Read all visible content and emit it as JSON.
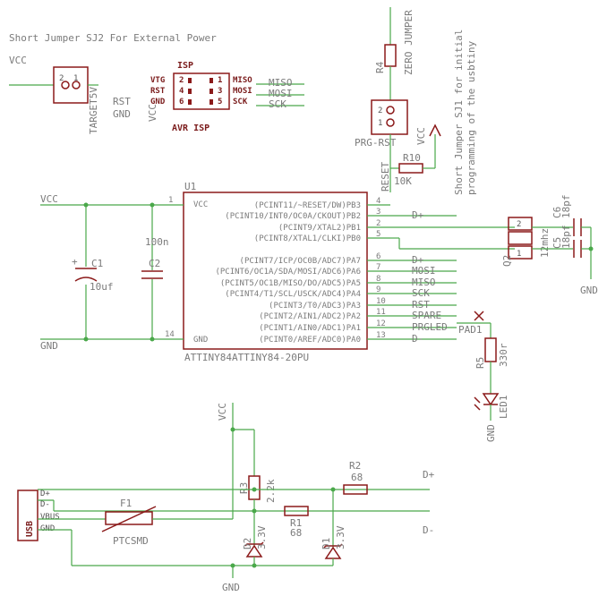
{
  "header_note": "Short Jumper SJ2 For External Power",
  "side_note_1": "Short Jumper SJ1 for initial",
  "side_note_2": "programming of the usbtiny",
  "power_labels": {
    "vcc_top": "VCC",
    "rst": "RST",
    "gnd_left": "GND",
    "vcc_vertical": "VCC",
    "vcc_left": "VCC",
    "gnd_bottom_left": "GND",
    "vcc_lower": "VCC",
    "gnd_bottom": "GND",
    "gnd_right": "GND",
    "gnd_led": "GND",
    "vcc_prg": "VCC"
  },
  "target5v": "TARGET5V",
  "isp": {
    "title": "ISP",
    "subtitle": "AVR ISP",
    "pins_left": [
      "VTG",
      "RST",
      "GND"
    ],
    "pins_right": [
      "MISO",
      "MOSI",
      "SCK"
    ],
    "nums_left": [
      "2",
      "4",
      "6"
    ],
    "nums_right": [
      "1",
      "3",
      "5"
    ],
    "net_labels": [
      "MISO",
      "MOSI",
      "SCK"
    ]
  },
  "u1": {
    "ref": "U1",
    "part": "ATTINY84ATTINY84-20PU",
    "left_pins": [
      {
        "num": "1",
        "name": "VCC"
      },
      {
        "num": "14",
        "name": "GND"
      }
    ],
    "right_pins": [
      {
        "num": "4",
        "name": "(PCINT11/~RESET/DW)PB3",
        "net": ""
      },
      {
        "num": "3",
        "name": "(PCINT10/INT0/OC0A/CKOUT)PB2",
        "net": "D+"
      },
      {
        "num": "2",
        "name": "(PCINT9/XTAL2)PB1",
        "net": ""
      },
      {
        "num": "5",
        "name": "(PCINT8/XTAL1/CLKI)PB0",
        "net": ""
      },
      {
        "num": "6",
        "name": "(PCINT7/ICP/OC0B/ADC7)PA7",
        "net": "D+"
      },
      {
        "num": "7",
        "name": "(PCINT6/OC1A/SDA/MOSI/ADC6)PA6",
        "net": "MOSI"
      },
      {
        "num": "8",
        "name": "(PCINT5/OC1B/MISO/DO/ADC5)PA5",
        "net": "MISO"
      },
      {
        "num": "9",
        "name": "(PCINT4/T1/SCL/USCK/ADC4)PA4",
        "net": "SCK"
      },
      {
        "num": "10",
        "name": "(PCINT3/T0/ADC3)PA3",
        "net": "RST"
      },
      {
        "num": "11",
        "name": "(PCINT2/AIN1/ADC2)PA2",
        "net": "SPARE"
      },
      {
        "num": "12",
        "name": "(PCINT1/AIN0/ADC1)PA1",
        "net": "PRGLED"
      },
      {
        "num": "13",
        "name": "(PCINT0/AREF/ADC0)PA0",
        "net": "D-"
      }
    ]
  },
  "parts": {
    "r4": "R4",
    "r4_val": "ZERO JUMPER",
    "prg_rst": "PRG-RST",
    "reset": "RESET",
    "r10": "R10",
    "r10_val": "10K",
    "c1": "C1",
    "c1_val": "10uf",
    "c2": "C2",
    "c2_val": "100n",
    "c6": "C6",
    "c6_val": "18pf",
    "c5": "C5",
    "c5_val": "18pf",
    "q2": "Q2",
    "q2_val": "12mhz",
    "q2_pin1": "1",
    "q2_pin2": "2",
    "pad1": "PAD1",
    "r5": "R5",
    "r5_val": "330r",
    "led1": "LED1",
    "usb": "USB",
    "usb_pins": [
      "D+",
      "D-",
      "VBUS",
      "GND"
    ],
    "f1": "F1",
    "f1_val": "PTCSMD",
    "r3": "R3",
    "r3_val": "2.2k",
    "r2": "R2",
    "r2_val": "68",
    "r1": "R1",
    "r1_val": "68",
    "d2": "D2",
    "d2_val": "3.3V",
    "d1": "D1",
    "d1_val": "3.3V",
    "dplus": "D+",
    "dminus": "D-",
    "jp_pins_a": [
      "2",
      "1"
    ],
    "jp_pins_b": [
      "2",
      "1"
    ]
  }
}
